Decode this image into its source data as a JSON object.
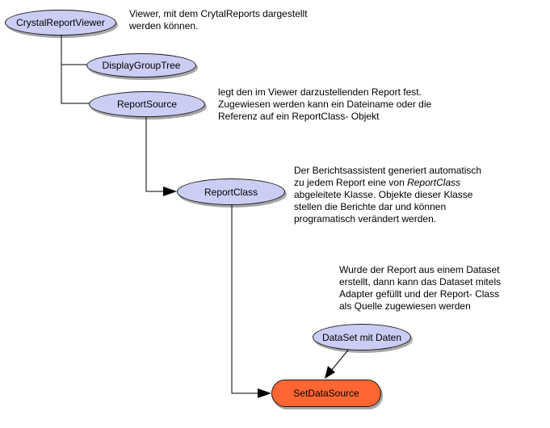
{
  "nodes": {
    "crystal_report_viewer": "CrystalReportViewer",
    "display_group_tree": "DisplayGroupTree",
    "report_source": "ReportSource",
    "report_class": "ReportClass",
    "dataset_mit_daten": "DataSet mit Daten",
    "set_data_source": "SetDataSource"
  },
  "node_colors": {
    "default_fill": "#cccdf5",
    "highlight_fill": "#ff6633"
  },
  "notes": {
    "viewer": [
      "Viewer, mit dem CrytalReports dargestellt",
      "werden können."
    ],
    "report_source": [
      "legt den im Viewer darzustellenden Report fest.",
      "Zugewiesen werden kann ein Dateiname oder die",
      "Referenz auf ein ReportClass- Objekt"
    ],
    "report_class": {
      "line1": "Der Berichtsassistent generiert automatisch",
      "line2_prefix": "zu jedem Report eine von ",
      "line2_italic": "ReportClass",
      "line3": "abgeleitete Klasse. Objekte dieser Klasse",
      "line4": "stellen die Berichte dar und können",
      "line5": "programatisch verändert werden."
    },
    "dataset": [
      "Wurde der Report aus einem Dataset",
      "erstellt, dann kann das Dataset mitels",
      "Adapter gefüllt und der Report- Class",
      "als Quelle zugewiesen werden"
    ]
  }
}
